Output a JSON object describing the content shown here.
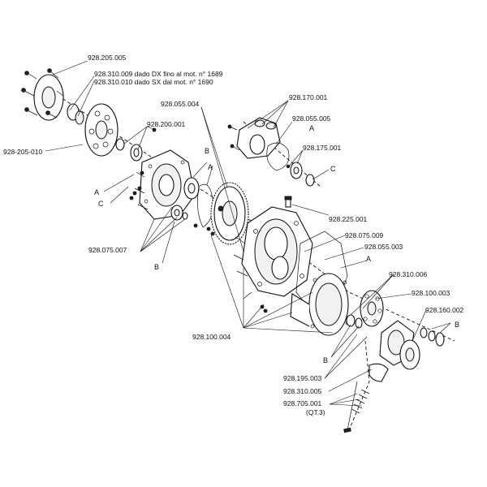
{
  "labels": {
    "p1": "928.205.005",
    "p2a": "928.310.009  dado DX fino al mot. n° 1689",
    "p2b": "928.310.010  dado SX dal mot. n° 1690",
    "p3": "928.055.004",
    "p4": "928.170.001",
    "p5": "928.200.001",
    "p6": "928.055.005",
    "p7": "928-205-010",
    "p8": "928.175.001",
    "p9": "928.225.001",
    "p10": "928.075.009",
    "p11": "928.075.007",
    "p12": "928.055.003",
    "p13": "928.310.006",
    "p14": "928.100.003",
    "p15": "928.100.004",
    "p16": "928.160.002",
    "p17": "928.195.003",
    "p18": "928.310.005",
    "p19": "928.705.001",
    "p20": "(QT.3)"
  },
  "letters": {
    "A1": "A",
    "C1": "C",
    "B1": "B",
    "A2": "A",
    "A3": "A",
    "C2": "C",
    "B2": "B",
    "A4": "A",
    "B3": "B",
    "B4": "B"
  }
}
